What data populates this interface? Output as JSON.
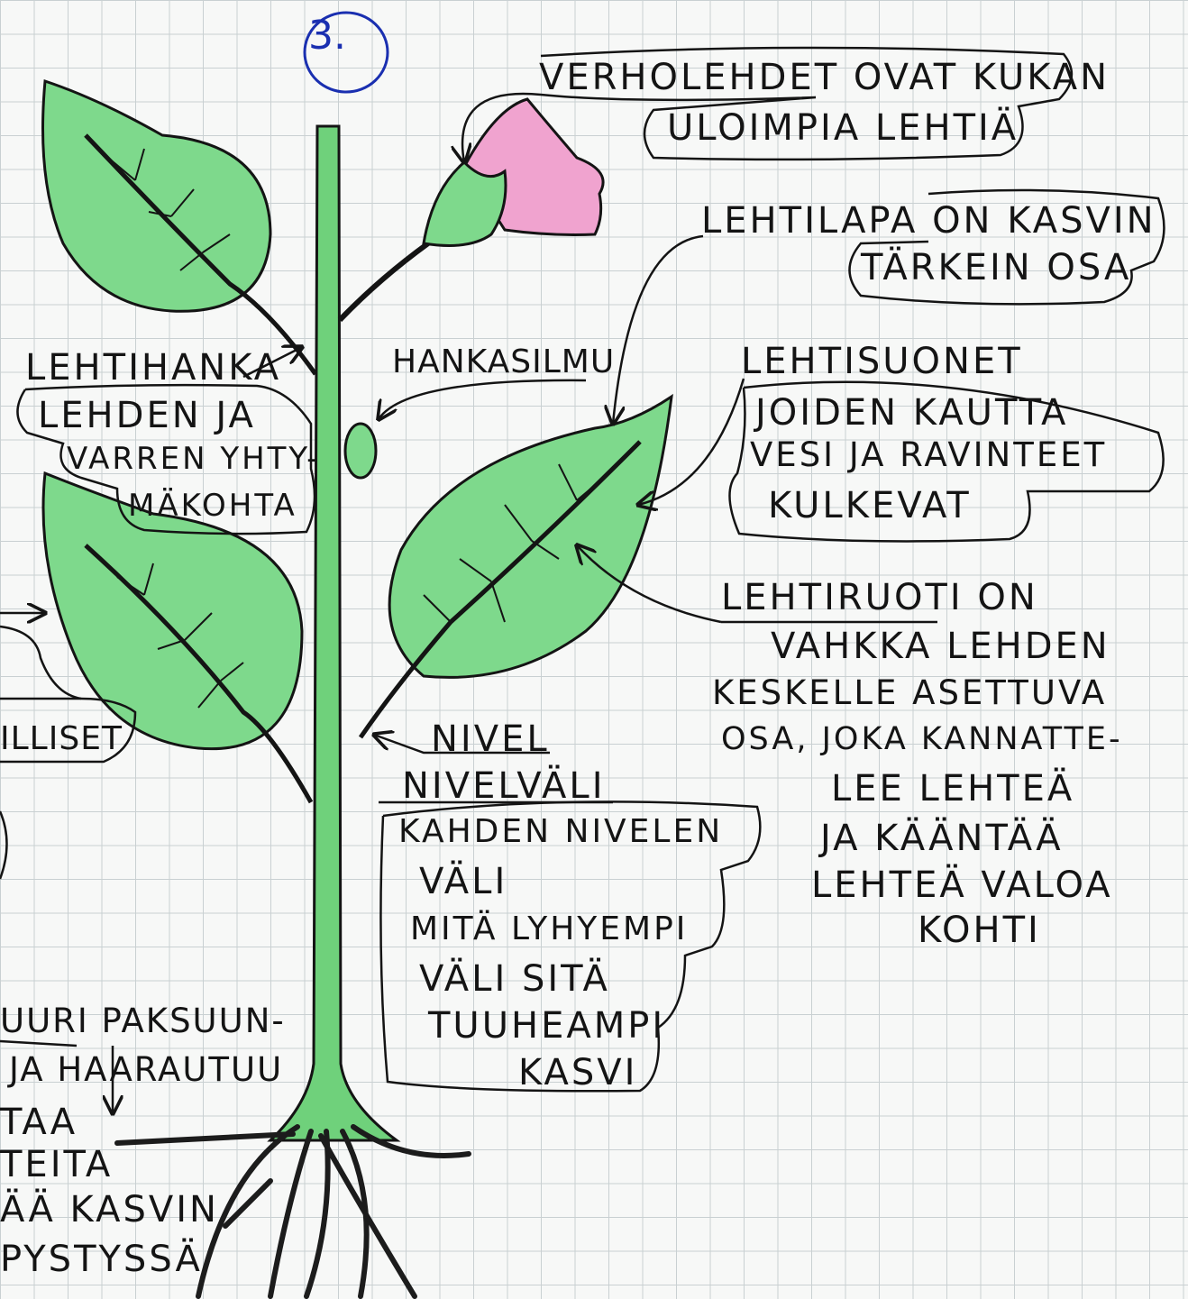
{
  "figure_number": "3.",
  "labels": {
    "verholehdet_1": "VERHOLEHDET OVAT KUKAN",
    "verholehdet_2": "ULOIMPIA LEHTIÄ",
    "lehtilapa_1": "LEHTILAPA ON KASVIN",
    "lehtilapa_2": "TÄRKEIN OSA",
    "lehtihanka_title": "LEHTIHANKA",
    "lehtihanka_1": "LEHDEN JA",
    "lehtihanka_2": "VARREN YHTY-",
    "lehtihanka_3": "MÄKOHTA",
    "hankasilmu": "HANKASILMU",
    "lehtisuonet_title": "LEHTISUONET",
    "lehtisuonet_1": "JOIDEN KAUTTA",
    "lehtisuonet_2": "VESI JA RAVINTEET",
    "lehtisuonet_3": "KULKEVAT",
    "lehtiruoti_1": "LEHTIRUOTI ON",
    "lehtiruoti_2": "VAHKKA LEHDEN",
    "lehtiruoti_3": "KESKELLE ASETTUVA",
    "lehtiruoti_4": "OSA, JOKA KANNATTE-",
    "lehtiruoti_5": "LEE LEHTEÄ",
    "lehtiruoti_6": "JA KÄÄNTÄÄ",
    "lehtiruoti_7": "LEHTEÄ VALOA",
    "lehtiruoti_8": "KOHTI",
    "left_fragment": "ILLISET",
    "nivel": "NIVEL",
    "nivelvali_title": "NIVELVÄLI",
    "nivelvali_1": "KAHDEN NIVELEN",
    "nivelvali_2": "VÄLI",
    "nivelvali_3": "MITÄ LYHYEMPI",
    "nivelvali_4": "VÄLI SITÄ",
    "nivelvali_5": "TUUHEAMPI",
    "nivelvali_6": "KASVI",
    "juuri_1": "UURI PAKSUUN-",
    "juuri_2": "JA HAARAUTUU",
    "juuri_3": "TAA",
    "juuri_4": "TEITA",
    "juuri_5": "ÄÄ KASVIN",
    "juuri_6": "PYSTYSSÄ"
  },
  "colors": {
    "leaf": "#7ed98c",
    "stem": "#6fd17b",
    "petal": "#f0a3cf",
    "ink": "#141414",
    "pen_blue": "#1a2fb0",
    "grid": "#c9d0d2"
  }
}
